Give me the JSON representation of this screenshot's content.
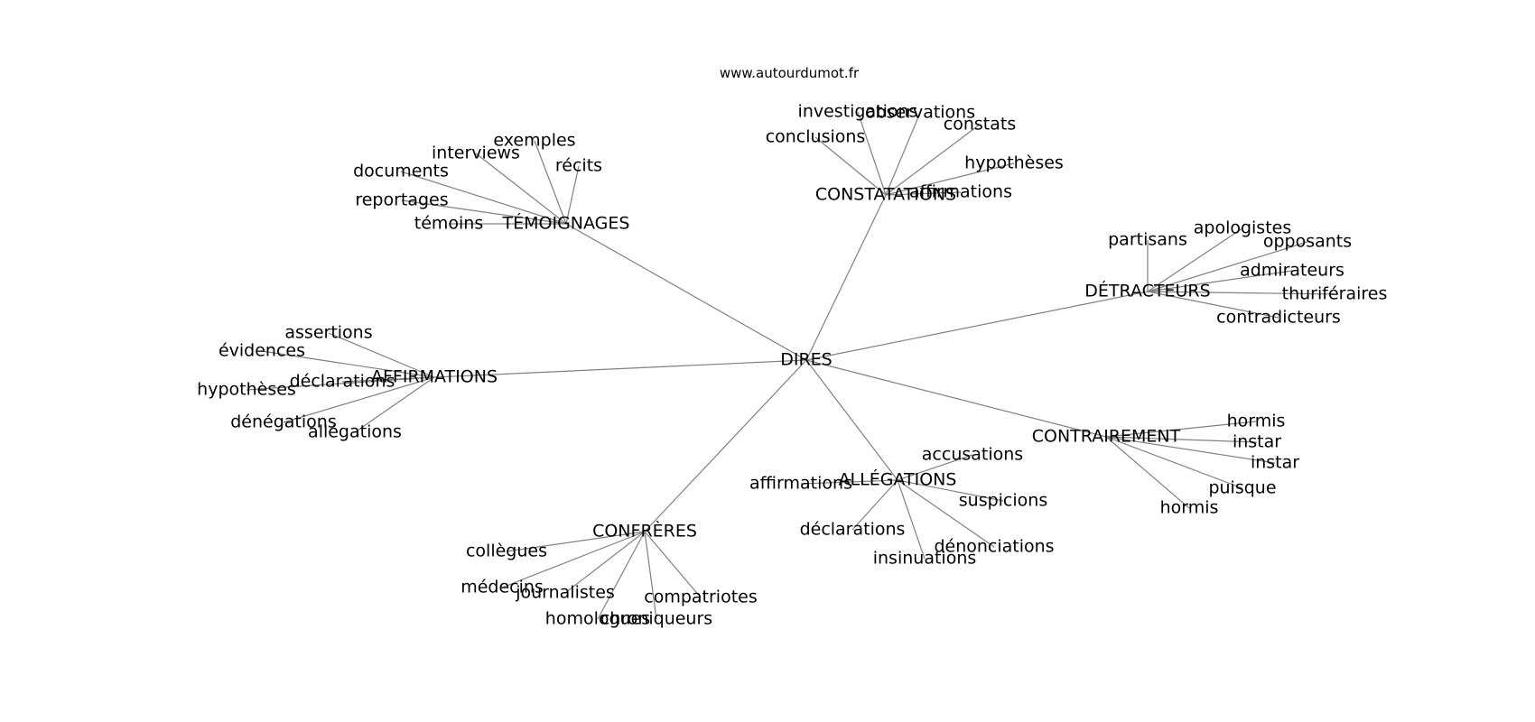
{
  "watermark": "www.autourdumot.fr",
  "center": "DIRES",
  "groups": [
    {
      "label": "TÉMOIGNAGES",
      "children": [
        "exemples",
        "interviews",
        "récits",
        "documents",
        "reportages",
        "témoins"
      ]
    },
    {
      "label": "CONSTATATIONS",
      "children": [
        "investigations",
        "observations",
        "conclusions",
        "constats",
        "hypothèses",
        "affirmations"
      ]
    },
    {
      "label": "DÉTRACTEURS",
      "children": [
        "partisans",
        "apologistes",
        "opposants",
        "admirateurs",
        "thuriféraires",
        "contradicteurs"
      ]
    },
    {
      "label": "AFFIRMATIONS",
      "children": [
        "assertions",
        "évidences",
        "déclarations",
        "hypothèses",
        "dénégations",
        "allégations"
      ]
    },
    {
      "label": "CONTRAIREMENT",
      "children": [
        "hormis",
        "instar",
        "instar",
        "puisque",
        "hormis"
      ]
    },
    {
      "label": "ALLÉGATIONS",
      "children": [
        "accusations",
        "affirmations",
        "suspicions",
        "déclarations",
        "dénonciations",
        "insinuations"
      ]
    },
    {
      "label": "CONFRÈRES",
      "children": [
        "collègues",
        "médecins",
        "journalistes",
        "compatriotes",
        "homologues",
        "chroniqueurs"
      ]
    }
  ]
}
